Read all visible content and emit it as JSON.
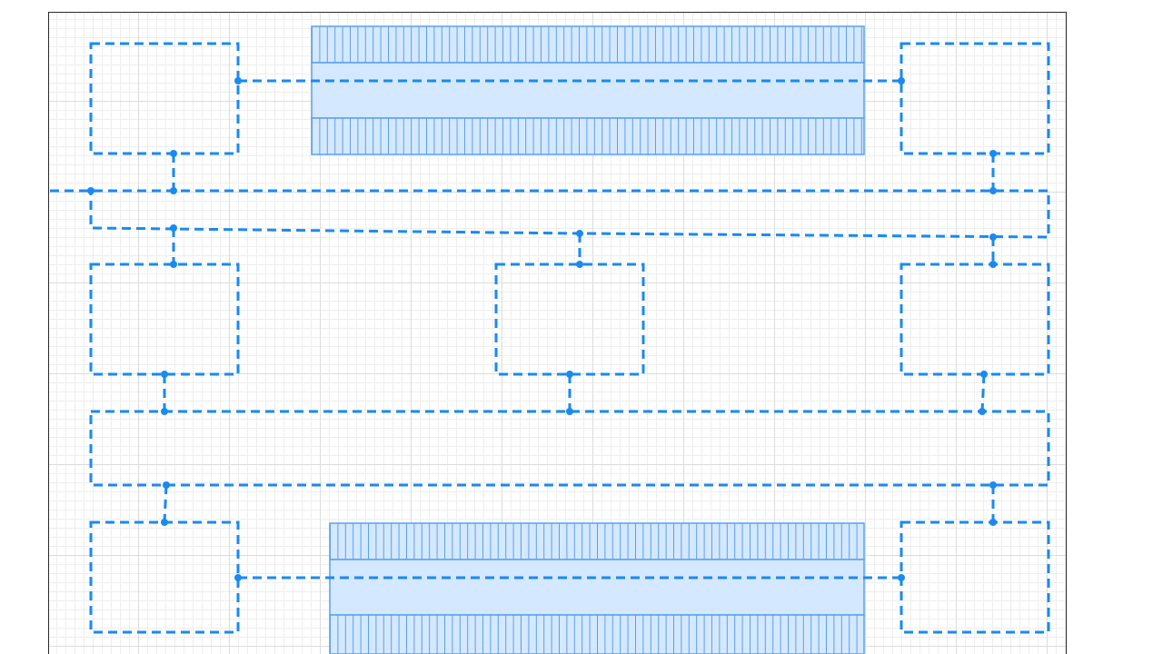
{
  "diagram": {
    "colors": {
      "stroke": "#1a8af0",
      "fill": "#d4e8ff",
      "fill_stroke": "#5aa0ef",
      "grid_major": "#dcdcdc",
      "grid_minor": "#eeeeee",
      "frame": "#2a2a2a"
    },
    "dashed_boxes": [
      "box-top-left",
      "box-top-right",
      "box-middle-left",
      "box-middle-center",
      "box-middle-right",
      "box-lower-wide",
      "box-bottom-left",
      "box-bottom-right"
    ],
    "hatched_bands": [
      "band-top",
      "band-bottom"
    ],
    "connectors": [
      "link-top-band",
      "link-upper-bus",
      "link-bottom-band",
      "drop-tl-bus",
      "drop-tr-bus",
      "drop-bus-ml",
      "drop-bus-mc",
      "drop-bus-mr",
      "drop-ml-lower",
      "drop-mc-lower",
      "drop-mr-lower",
      "drop-lower-bl",
      "drop-lower-br"
    ]
  }
}
